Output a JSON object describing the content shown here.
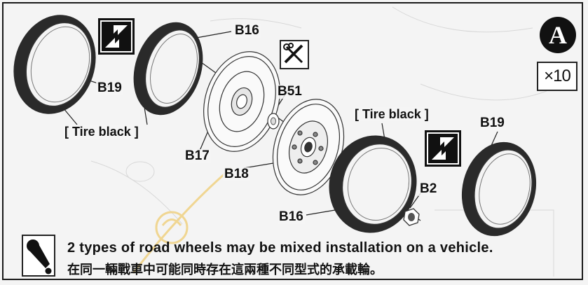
{
  "step": {
    "letter": "A",
    "quantity": "×10"
  },
  "parts": {
    "tire_outer_left": "B19",
    "tire_inner_left": "B16",
    "wheel_disc_left": "B17",
    "hub_cap": "B51",
    "wheel_disc_right": "B18",
    "tire_inner_right": "B16",
    "tire_outer_right": "B19",
    "hub_nut": "B2"
  },
  "paint_callouts": {
    "left": "[ Tire black ]",
    "right": "[ Tire black ]"
  },
  "icons": {
    "mirror": "flip-parts-icon",
    "tools": "cut-and-file-icon",
    "note": "exclamation-note-icon",
    "step_badge": "step-letter-badge"
  },
  "note": {
    "english": "2 types of road wheels may be mixed installation on a vehicle.",
    "chinese": "在同一輛戰車中可能同時存在這兩種不同型式的承載輪。"
  },
  "colors": {
    "tire_rubber": "#2a2a2a",
    "background": "#f4f4f4",
    "ink": "#111111",
    "watermark": "#f0cf7a"
  }
}
